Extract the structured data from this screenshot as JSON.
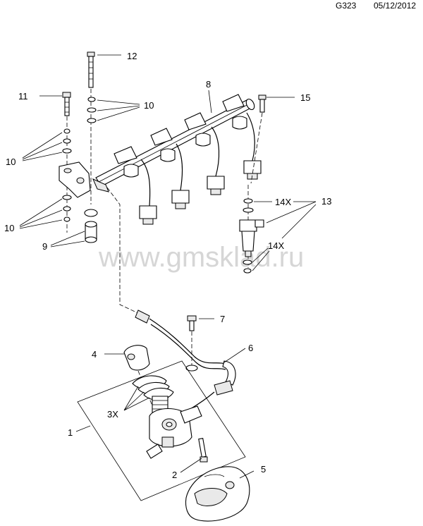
{
  "header": {
    "code": "G323",
    "date": "05/12/2012"
  },
  "watermark": "www.gmsklad.ru",
  "callouts": [
    {
      "id": "c12",
      "text": "12"
    },
    {
      "id": "c11",
      "text": "11"
    },
    {
      "id": "c10a",
      "text": "10"
    },
    {
      "id": "c8",
      "text": "8"
    },
    {
      "id": "c15",
      "text": "15"
    },
    {
      "id": "c10b",
      "text": "10"
    },
    {
      "id": "c10c",
      "text": "10"
    },
    {
      "id": "c14xa",
      "text": "14X"
    },
    {
      "id": "c13",
      "text": "13"
    },
    {
      "id": "c9",
      "text": "9"
    },
    {
      "id": "c14xb",
      "text": "14X"
    },
    {
      "id": "c7",
      "text": "7"
    },
    {
      "id": "c6",
      "text": "6"
    },
    {
      "id": "c4",
      "text": "4"
    },
    {
      "id": "c1",
      "text": "1"
    },
    {
      "id": "c3x",
      "text": "3X"
    },
    {
      "id": "c2",
      "text": "2"
    },
    {
      "id": "c5",
      "text": "5"
    }
  ]
}
